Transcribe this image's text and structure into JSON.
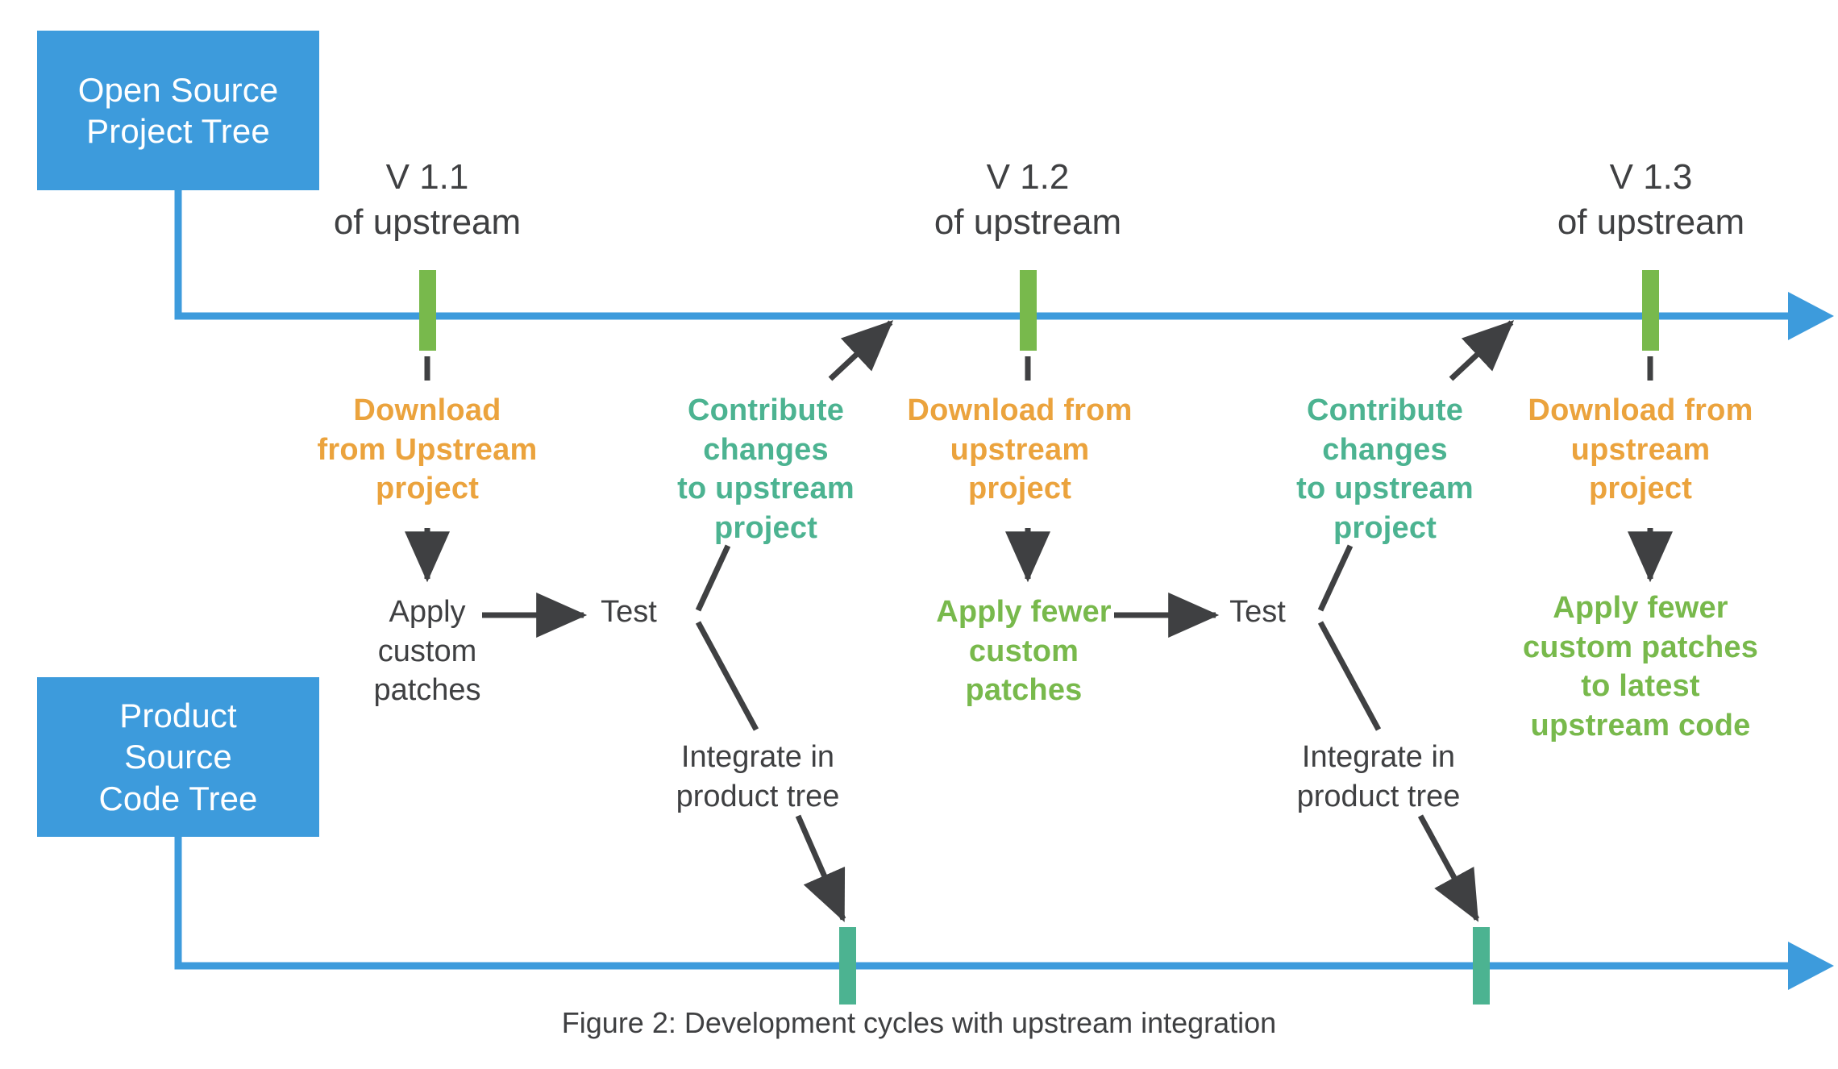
{
  "figure": {
    "caption": "Figure 2: Development cycles with upstream integration"
  },
  "trees": {
    "upstream_box_label": "Open Source\nProject Tree",
    "product_box_label": "Product\nSource\nCode Tree"
  },
  "timelines": {
    "upstream": {
      "name": "Open Source Project Tree timeline",
      "tick_color": "#78b94c",
      "axis_color": "#3d9bdc",
      "milestones": [
        {
          "id": "v1-1",
          "label": "V 1.1\nof upstream"
        },
        {
          "id": "v1-2",
          "label": "V 1.2\nof upstream"
        },
        {
          "id": "v1-3",
          "label": "V 1.3\nof upstream"
        }
      ]
    },
    "product": {
      "name": "Product Source Code Tree timeline",
      "tick_color": "#4cb391",
      "axis_color": "#3d9bdc",
      "milestones": [
        {
          "id": "p1",
          "label": ""
        },
        {
          "id": "p2",
          "label": ""
        }
      ]
    }
  },
  "cycles": [
    {
      "id": "cycle-1",
      "download": "Download\nfrom Upstream\nproject",
      "apply": "Apply\ncustom\npatches",
      "test": "Test",
      "contribute": "Contribute\nchanges\nto upstream\nproject",
      "integrate": "Integrate in\nproduct tree"
    },
    {
      "id": "cycle-2",
      "download": "Download from\nupstream\nproject",
      "apply": "Apply fewer\ncustom\npatches",
      "test": "Test",
      "contribute": "Contribute\nchanges\nto upstream\nproject",
      "integrate": "Integrate in\nproduct tree"
    },
    {
      "id": "cycle-3",
      "download": "Download from\nupstream\nproject",
      "apply": "Apply fewer\ncustom patches\nto latest\nupstream code",
      "test": "",
      "contribute": "",
      "integrate": ""
    }
  ],
  "colors": {
    "blue": "#3d9bdc",
    "orange": "#eba33d",
    "teal": "#4cb391",
    "green": "#78b94c",
    "dark_text": "#3f4042",
    "arrow": "#3f4042"
  }
}
